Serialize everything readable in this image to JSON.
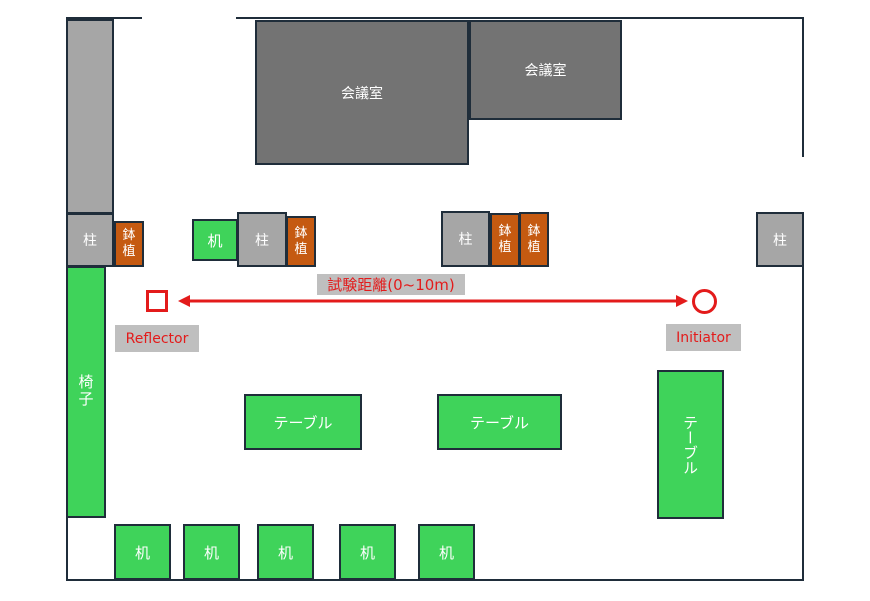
{
  "rooms": [
    {
      "label": "会議室"
    },
    {
      "label": "会議室"
    }
  ],
  "pillars": [
    {
      "label": "柱"
    },
    {
      "label": "柱"
    },
    {
      "label": "柱"
    },
    {
      "label": "柱"
    }
  ],
  "plants": [
    {
      "label": "鉢植"
    },
    {
      "label": "鉢植"
    },
    {
      "label": "鉢植"
    },
    {
      "label": "鉢植"
    }
  ],
  "chair": {
    "label": "椅子"
  },
  "desk_top": {
    "label": "机"
  },
  "tables": [
    {
      "label": "テーブル"
    },
    {
      "label": "テーブル"
    },
    {
      "label": "テーブル"
    }
  ],
  "desks_bottom": [
    {
      "label": "机"
    },
    {
      "label": "机"
    },
    {
      "label": "机"
    },
    {
      "label": "机"
    },
    {
      "label": "机"
    }
  ],
  "measurement": {
    "distance_label": "試験距離(0~10m)",
    "reflector_label": "Reflector",
    "initiator_label": "Initiator",
    "marker_color": "#e31b1b"
  },
  "colors": {
    "wall": "#1f2d3a",
    "pillar": "#a6a6a6",
    "plant": "#c55a11",
    "furniture": "#3fd35a",
    "room": "#737373"
  }
}
